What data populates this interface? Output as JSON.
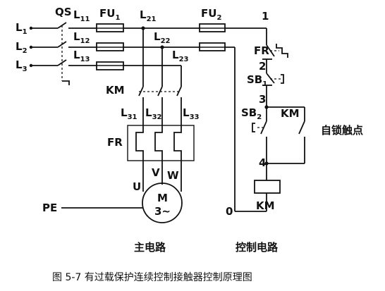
{
  "labels": {
    "l1": "L",
    "l1_sub": "1",
    "l2": "L",
    "l2_sub": "2",
    "l3": "L",
    "l3_sub": "3",
    "qs": "QS",
    "l11": "L",
    "l11_sub": "11",
    "l12": "L",
    "l12_sub": "12",
    "l13": "L",
    "l13_sub": "13",
    "fu1": "FU",
    "fu1_sub": "1",
    "fu2": "FU",
    "fu2_sub": "2",
    "l21": "L",
    "l21_sub": "21",
    "l22": "L",
    "l22_sub": "22",
    "l23": "L",
    "l23_sub": "23",
    "km_main": "KM",
    "l31": "L",
    "l31_sub": "31",
    "l32": "L",
    "l32_sub": "32",
    "l33": "L",
    "l33_sub": "33",
    "fr_main": "FR",
    "u": "U",
    "v": "V",
    "w": "W",
    "motor_m": "M",
    "motor_phase": "3~",
    "pe": "PE",
    "node1": "1",
    "node2": "2",
    "node3": "3",
    "node4": "4",
    "node0": "0",
    "fr_ctrl": "FR",
    "sb1": "SB",
    "sb1_sub": "1",
    "sb2": "SB",
    "sb2_sub": "2",
    "km_aux": "KM",
    "km_coil": "KM",
    "self_lock": "自锁触点",
    "main_circuit": "主电路",
    "control_circuit": "控制电路",
    "caption": "图 5-7  有过载保护连续控制接触器控制原理图"
  }
}
